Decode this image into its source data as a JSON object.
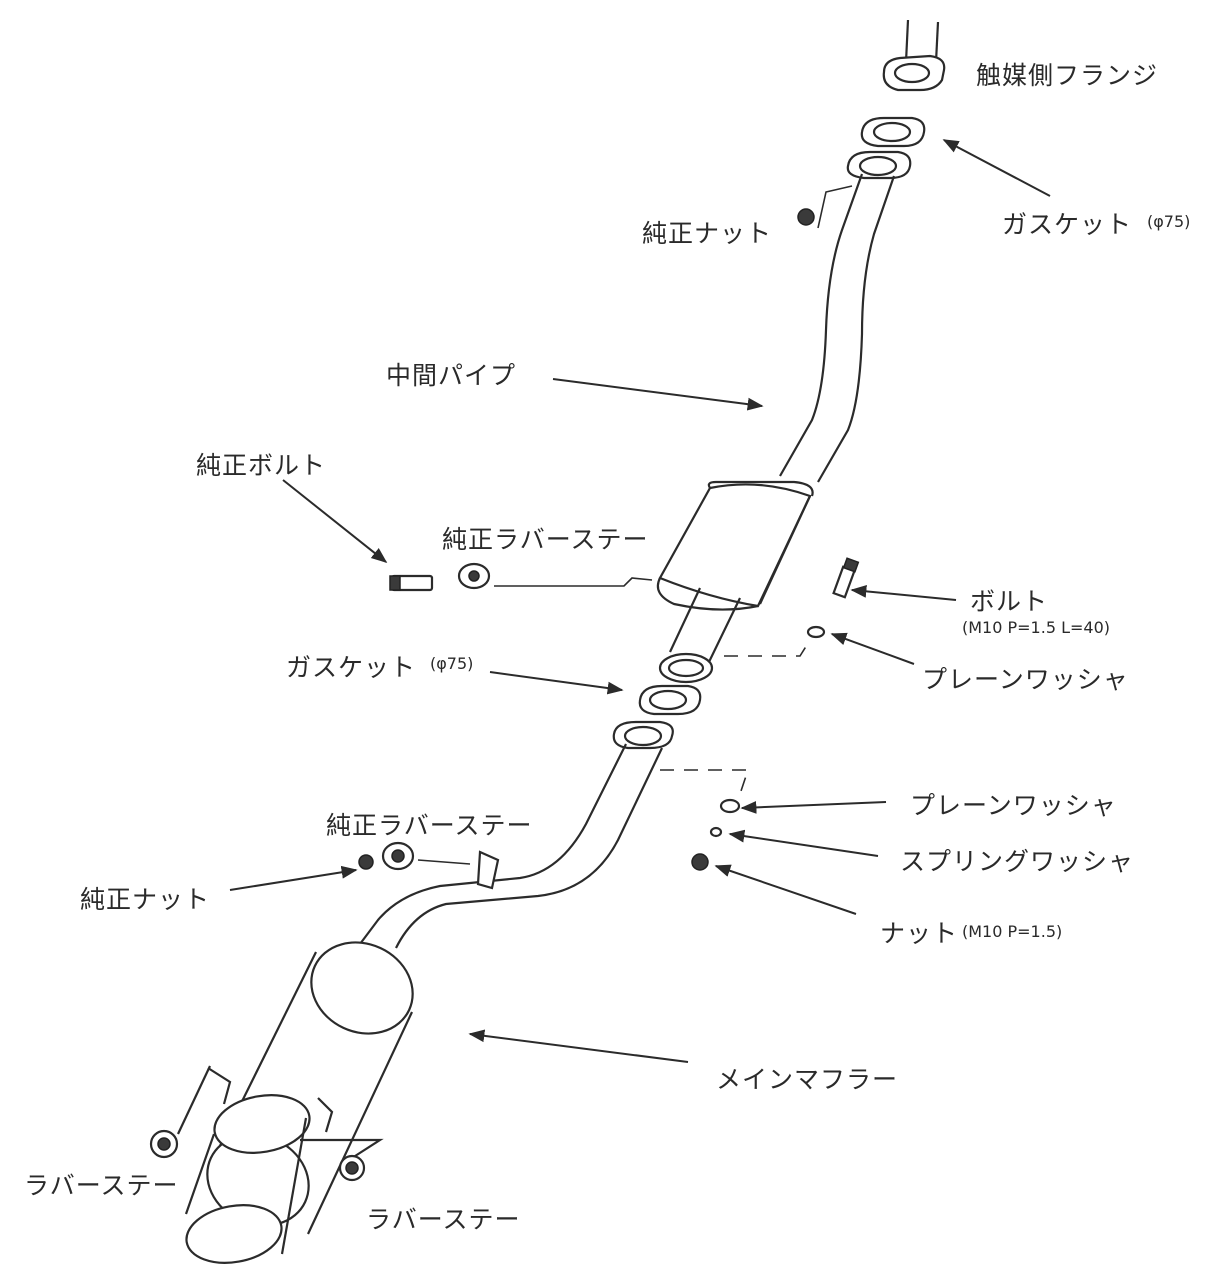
{
  "labels": {
    "catalyst_flange": "触媒側フランジ",
    "gasket_top": "ガスケット",
    "gasket_top_size": "(φ75)",
    "oem_nut_top": "純正ナット",
    "mid_pipe": "中間パイプ",
    "oem_bolt": "純正ボルト",
    "oem_rubber_stay_top": "純正ラバーステー",
    "bolt": "ボルト",
    "bolt_spec": "(M10 P=1.5 L=40)",
    "plain_washer_top": "プレーンワッシャ",
    "gasket_mid": "ガスケット",
    "gasket_mid_size": "(φ75)",
    "plain_washer_bottom": "プレーンワッシャ",
    "spring_washer": "スプリングワッシャ",
    "nut": "ナット",
    "nut_spec": "(M10 P=1.5)",
    "oem_rubber_stay_bottom": "純正ラバーステー",
    "oem_nut_bottom": "純正ナット",
    "main_muffler": "メインマフラー",
    "rubber_stay_left": "ラバーステー",
    "rubber_stay_right": "ラバーステー"
  }
}
